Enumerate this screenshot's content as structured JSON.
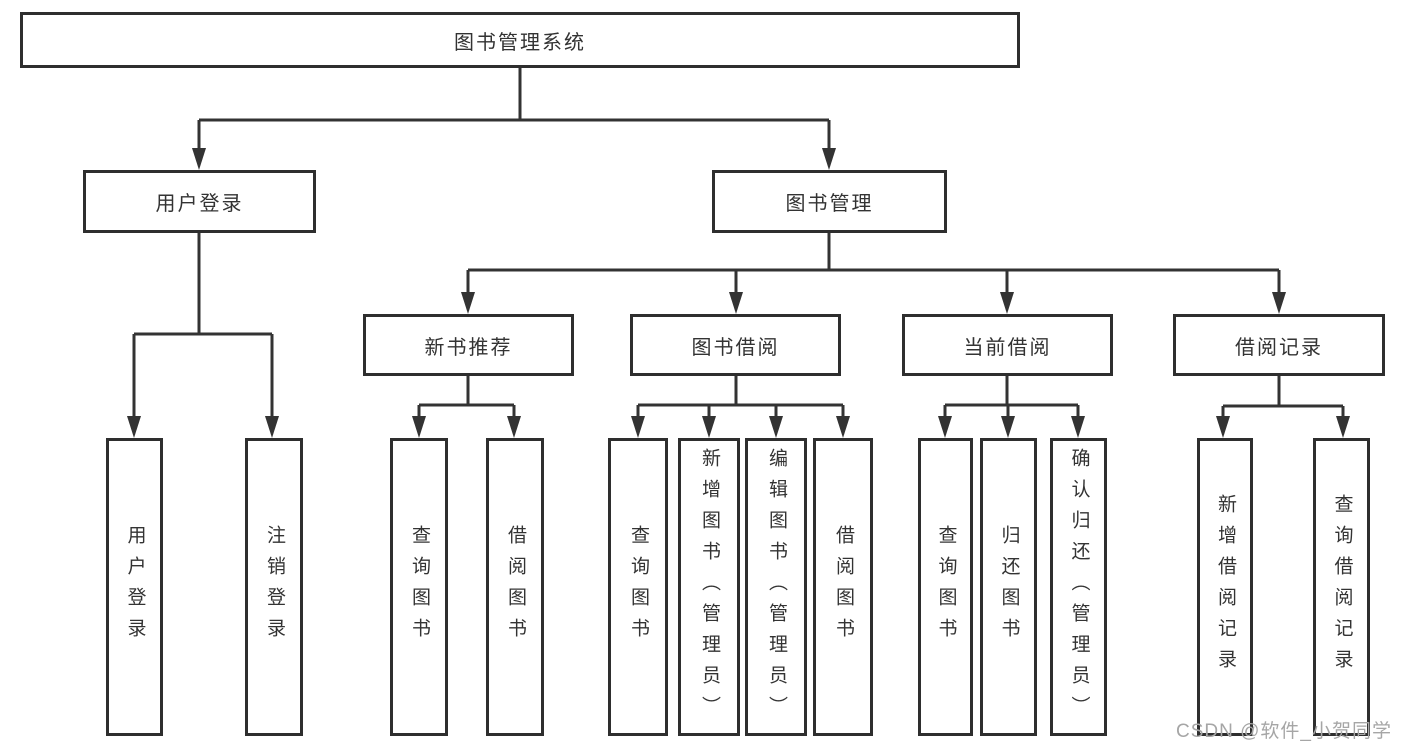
{
  "diagram": {
    "title": "图书管理系统",
    "children": [
      {
        "label": "用户登录",
        "children": [
          {
            "label": "用户登录"
          },
          {
            "label": "注销登录"
          }
        ]
      },
      {
        "label": "图书管理",
        "children": [
          {
            "label": "新书推荐",
            "children": [
              {
                "label": "查询图书"
              },
              {
                "label": "借阅图书"
              }
            ]
          },
          {
            "label": "图书借阅",
            "children": [
              {
                "label": "查询图书"
              },
              {
                "label": "新增图书（管理员）"
              },
              {
                "label": "编辑图书（管理员）"
              },
              {
                "label": "借阅图书"
              }
            ]
          },
          {
            "label": "当前借阅",
            "children": [
              {
                "label": "查询图书"
              },
              {
                "label": "归还图书"
              },
              {
                "label": "确认归还（管理员）"
              }
            ]
          },
          {
            "label": "借阅记录",
            "children": [
              {
                "label": "新增借阅记录"
              },
              {
                "label": "查询借阅记录"
              }
            ]
          }
        ]
      }
    ]
  },
  "watermark": {
    "text": "CSDN @软件_小贺同学"
  },
  "colors": {
    "line": "#333333",
    "box_border": "#2e2e2e",
    "text": "#333333",
    "background": "#ffffff",
    "watermark": "#a6a6a6"
  }
}
